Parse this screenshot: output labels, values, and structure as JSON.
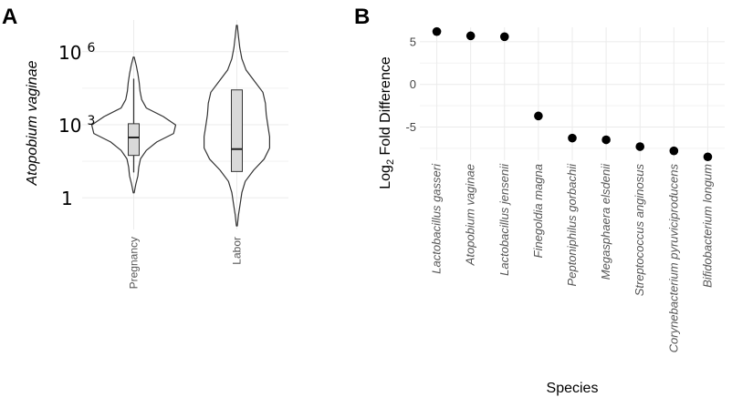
{
  "chart_data": [
    {
      "type": "violin",
      "panel_label": "A",
      "ylabel": "Atopobium vaginae",
      "y_scale": "log10",
      "y_ticks": [
        {
          "value": 1,
          "base": "1",
          "sup": ""
        },
        {
          "value": 1000,
          "base": "10",
          "sup": "3"
        },
        {
          "value": 1000000,
          "base": "10",
          "sup": "6"
        }
      ],
      "ylim": [
        0.05,
        20000000.0
      ],
      "grid": true,
      "groups": [
        {
          "name": "Pregnancy",
          "violin_min": 1.6,
          "violin_max": 600000,
          "box": {
            "whisker_low": 11,
            "q1": 55,
            "median": 300,
            "q3": 1100,
            "whisker_high": 78000
          },
          "density": [
            0.01,
            0.05,
            0.1,
            0.12,
            0.16,
            0.3,
            0.55,
            0.95,
            1.0,
            0.7,
            0.3,
            0.19,
            0.15,
            0.13,
            0.1,
            0.06,
            0.01
          ]
        },
        {
          "name": "Labor",
          "violin_min": 0.07,
          "violin_max": 12000000,
          "box": {
            "whisker_low": 12,
            "q1": 12,
            "median": 100,
            "q3": 27000,
            "whisker_high": 27000
          },
          "density": [
            0.01,
            0.04,
            0.08,
            0.12,
            0.2,
            0.4,
            0.65,
            0.78,
            0.78,
            0.74,
            0.7,
            0.68,
            0.62,
            0.42,
            0.22,
            0.12,
            0.07,
            0.04,
            0.01
          ]
        }
      ]
    },
    {
      "type": "scatter",
      "panel_label": "B",
      "ylabel_base": "Log",
      "ylabel_sub": "2",
      "ylabel_rest": " Fold Difference",
      "xlabel": "Species",
      "ylim": [
        -8.9,
        6.7
      ],
      "y_ticks": [
        5,
        0,
        -5
      ],
      "y_tick_labels": [
        "5",
        "0",
        "-5"
      ],
      "grid": true,
      "categories": [
        "Lactobacillus gasseri",
        "Atopobium vaginae",
        "Lactobacillus jensenii",
        "Finegoldia magna",
        "Peptoniphilus gorbachii",
        "Megasphaera elsdenii",
        "Streptococcus anginosus",
        "Corynebacterium pyruviciproducens",
        "Bifidobacterium longum"
      ],
      "values": [
        6.2,
        5.7,
        5.6,
        -3.7,
        -6.3,
        -6.5,
        -7.3,
        -7.8,
        -8.5
      ]
    }
  ]
}
